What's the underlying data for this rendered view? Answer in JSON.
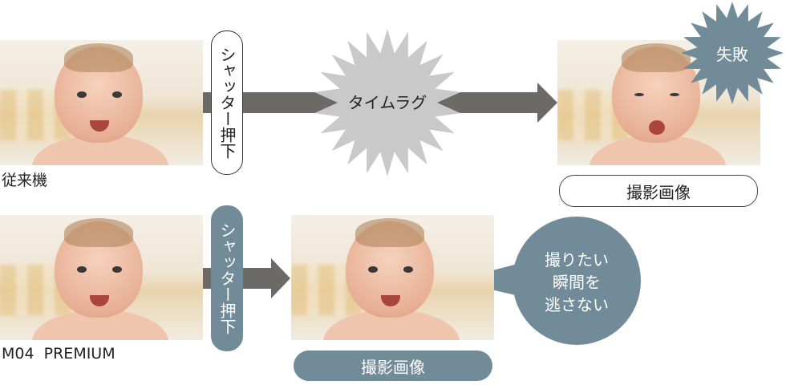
{
  "colors": {
    "accent": "#718b99",
    "arrow": "#6b6a66",
    "burst": "#c9c9c9"
  },
  "row_conventional": {
    "label": "従来機",
    "shutter_label": "シャッター押下",
    "lag_label": "タイムラグ",
    "fail_label": "失敗",
    "result_label": "撮影画像"
  },
  "row_premium": {
    "label": "M04  PREMIUM",
    "shutter_label": "シャッター押下",
    "result_label": "撮影画像",
    "bubble_lines": [
      "撮りたい",
      "瞬間を",
      "逃さない"
    ]
  }
}
